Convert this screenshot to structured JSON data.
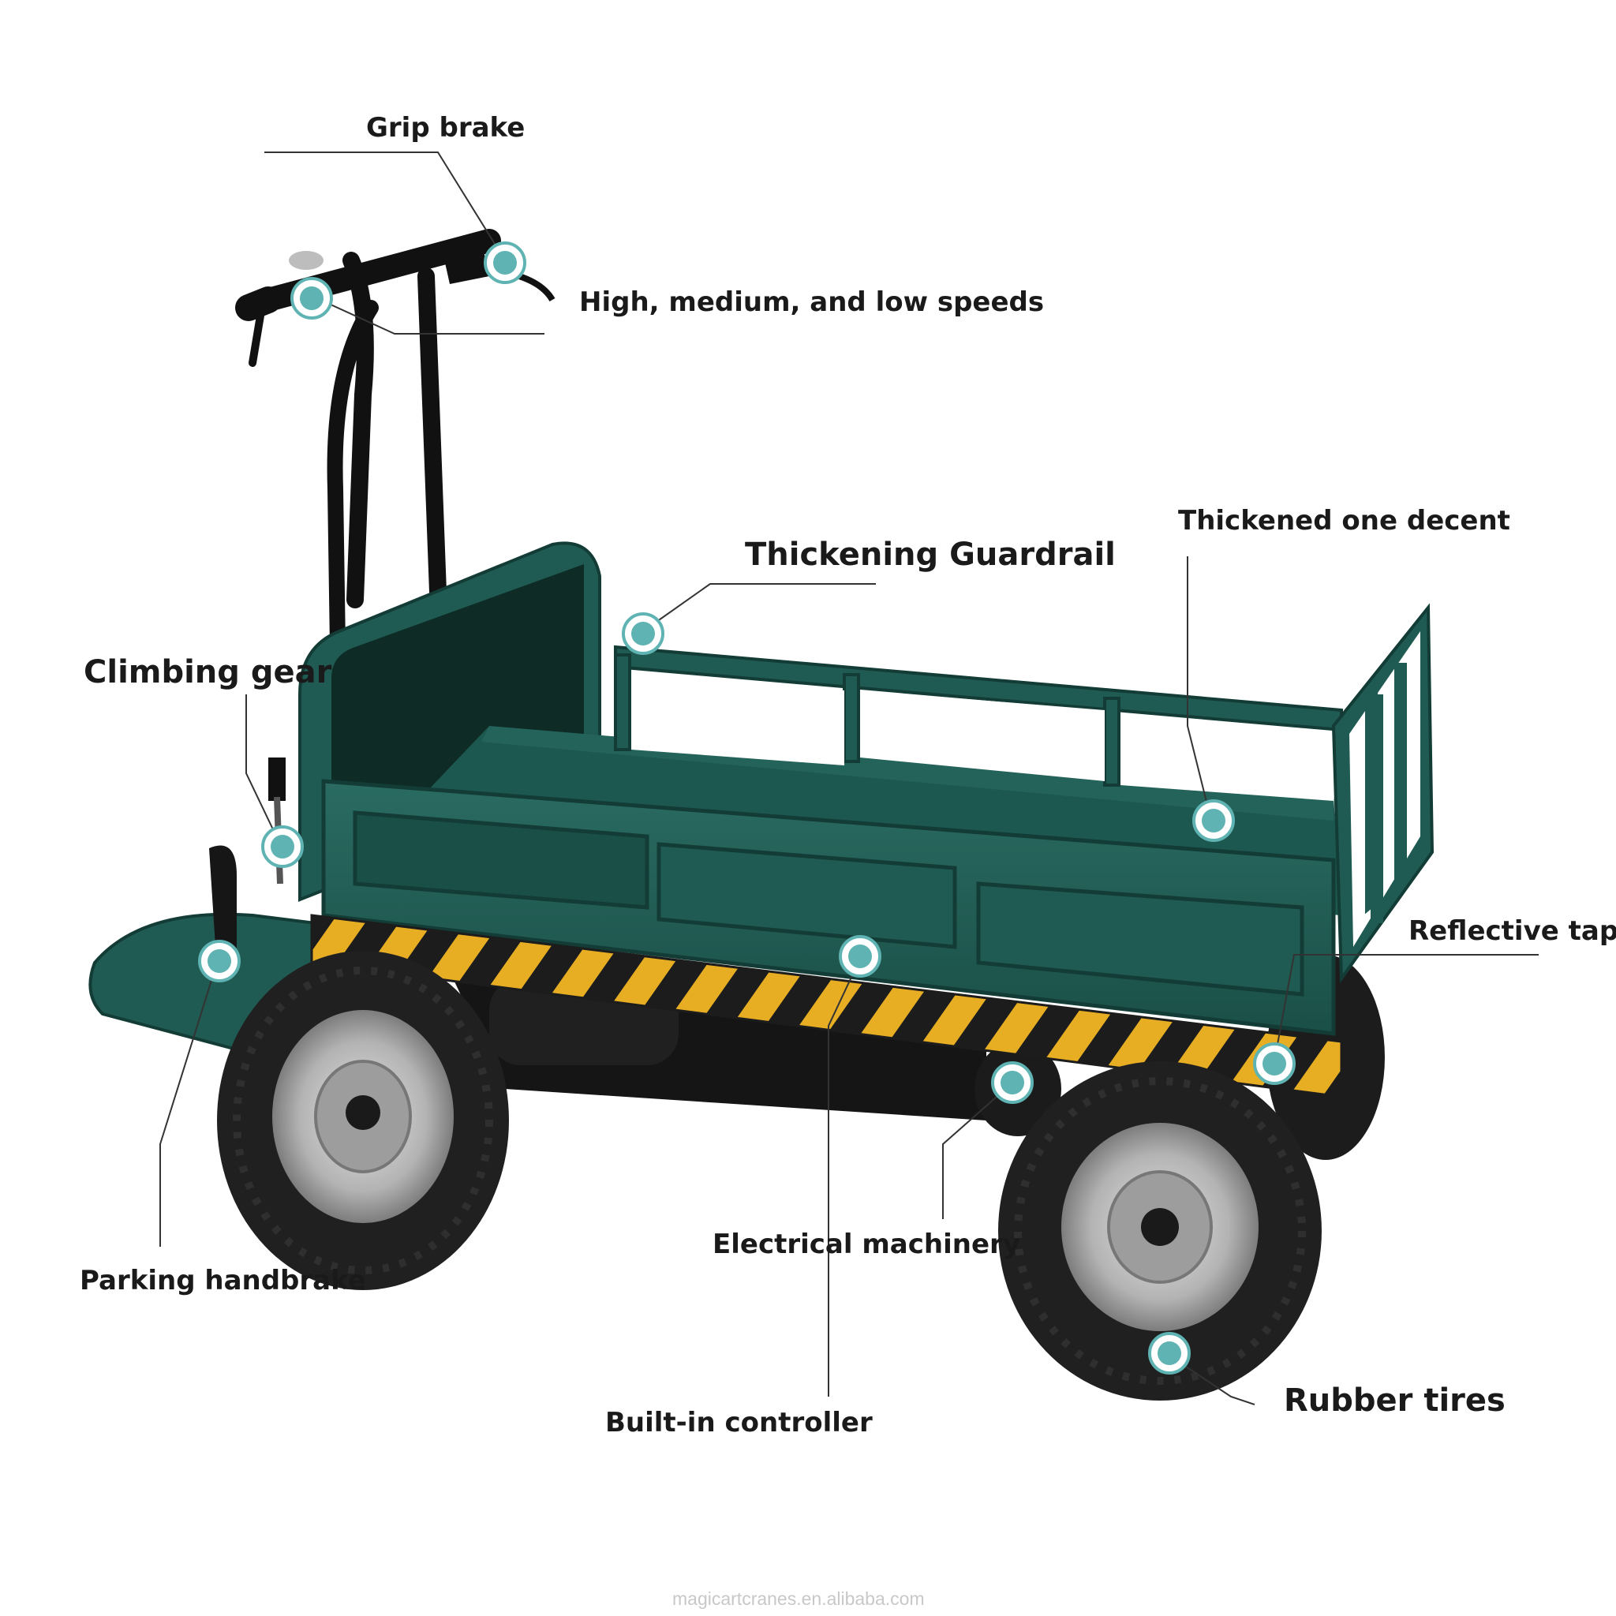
{
  "labels": {
    "grip_brake": "Grip brake",
    "speeds": "High, medium, and low speeds",
    "guardrail": "Thickening  Guardrail",
    "one_decent": "Thickened one decent",
    "climbing_gear": "Climbing gear",
    "reflective_tape": "Reflective tape",
    "electrical_machinery": "Electrical machinery",
    "parking_handbrake": "Parking handbrake",
    "rubber_tires": "Rubber tires",
    "built_in_controller": "Built-in controller"
  },
  "watermark": "magicartcranes.en.alibaba.com",
  "colors": {
    "body": "#1f5b52",
    "body_dark": "#123c35",
    "stripe_yellow": "#e7ae23",
    "stripe_black": "#1c1c1c",
    "tire": "#202020",
    "rim": "#b9b9b9",
    "marker": "#5fb3b3",
    "leader": "#333333"
  }
}
